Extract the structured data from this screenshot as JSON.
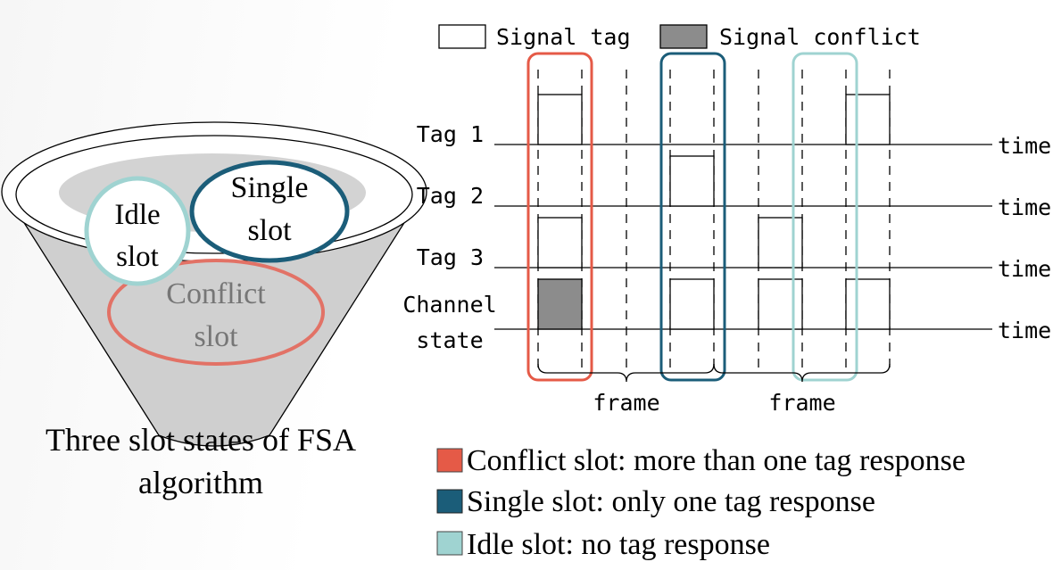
{
  "legend_top": {
    "signal_tag": "Signal tag",
    "signal_conflict": "Signal conflict"
  },
  "rows": {
    "tag1": "Tag 1",
    "tag2": "Tag 2",
    "tag3": "Tag 3",
    "channel_line1": "Channel",
    "channel_line2": "state"
  },
  "axis_label": "time",
  "frame_label": "frame",
  "funnel": {
    "idle_line1": "Idle",
    "idle_line2": "slot",
    "single_line1": "Single",
    "single_line2": "slot",
    "conflict_line1": "Conflict",
    "conflict_line2": "slot",
    "caption_line1": "Three slot states of FSA",
    "caption_line2": "algorithm"
  },
  "legend_bottom": {
    "conflict": "Conflict slot: more than one tag response",
    "single": "Single slot: only one tag response",
    "idle": "Idle slot: no tag response"
  },
  "colors": {
    "conflict": "#e55a47",
    "single": "#1b5d79",
    "idle": "#9fd3d1",
    "conflict_fill": "#8c8c8c"
  }
}
